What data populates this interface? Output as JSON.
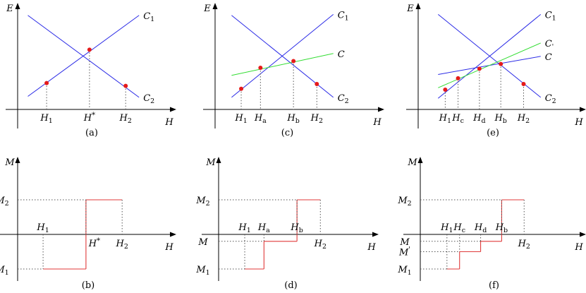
{
  "colors": {
    "axis": "#000000",
    "line_blue": "#2a2ae6",
    "line_green": "#33dd33",
    "step_red": "#e03a3a",
    "point_red": "#e51a1a",
    "dotted": "#555555"
  },
  "panels": [
    {
      "id": "a",
      "caption": "(a)",
      "kind": "energy",
      "y_axis": "E",
      "x_axis": "H",
      "lines": [
        {
          "label": "C",
          "sub": "1",
          "color": "blue",
          "from": [
            0.05,
            0.1
          ],
          "to": [
            0.88,
            0.95
          ]
        },
        {
          "label": "C",
          "sub": "2",
          "color": "blue",
          "from": [
            0.05,
            0.95
          ],
          "to": [
            0.88,
            0.09
          ]
        }
      ],
      "points": [
        [
          0.19,
          0.24
        ],
        [
          0.51,
          0.59
        ],
        [
          0.78,
          0.21
        ]
      ],
      "ticks": [
        {
          "label": "H",
          "sub": "1",
          "sup": "",
          "x": 0.19,
          "y": 0.24
        },
        {
          "label": "H",
          "sub": "",
          "sup": "*",
          "x": 0.51,
          "y": 0.59
        },
        {
          "label": "H",
          "sub": "2",
          "sup": "",
          "x": 0.78,
          "y": 0.21
        }
      ]
    },
    {
      "id": "c",
      "caption": "(c)",
      "kind": "energy",
      "y_axis": "E",
      "x_axis": "H",
      "lines": [
        {
          "label": "C",
          "sub": "1",
          "color": "blue",
          "from": [
            0.12,
            0.09
          ],
          "to": [
            0.86,
            0.96
          ]
        },
        {
          "label": "C",
          "sub": "2",
          "color": "blue",
          "from": [
            0.12,
            0.95
          ],
          "to": [
            0.86,
            0.09
          ]
        },
        {
          "label": "C",
          "sub": "",
          "color": "green",
          "from": [
            0.12,
            0.32
          ],
          "to": [
            0.86,
            0.55
          ]
        }
      ],
      "points": [
        [
          0.19,
          0.18
        ],
        [
          0.33,
          0.4
        ],
        [
          0.57,
          0.47
        ],
        [
          0.74,
          0.23
        ]
      ],
      "ticks": [
        {
          "label": "H",
          "sub": "1",
          "sup": "",
          "x": 0.19,
          "y": 0.18
        },
        {
          "label": "H",
          "sub": "a",
          "sup": "",
          "x": 0.33,
          "y": 0.4
        },
        {
          "label": "H",
          "sub": "b",
          "sup": "",
          "x": 0.57,
          "y": 0.47
        },
        {
          "label": "H",
          "sub": "2",
          "sup": "",
          "x": 0.74,
          "y": 0.23
        }
      ]
    },
    {
      "id": "e",
      "caption": "(e)",
      "kind": "energy",
      "y_axis": "E",
      "x_axis": "H",
      "lines": [
        {
          "label": "C",
          "sub": "1",
          "color": "blue",
          "from": [
            0.14,
            0.08
          ],
          "to": [
            0.86,
            0.96
          ]
        },
        {
          "label": "C",
          "sub": "2",
          "color": "blue",
          "from": [
            0.14,
            0.96
          ],
          "to": [
            0.86,
            0.09
          ]
        },
        {
          "label": "C",
          "sub": "",
          "color": "blue",
          "from": [
            0.14,
            0.33
          ],
          "to": [
            0.86,
            0.52
          ]
        },
        {
          "label": "C",
          "sub": "'",
          "color": "green",
          "from": [
            0.14,
            0.19
          ],
          "to": [
            0.86,
            0.66
          ]
        }
      ],
      "points": [
        [
          0.19,
          0.17
        ],
        [
          0.28,
          0.29
        ],
        [
          0.43,
          0.39
        ],
        [
          0.58,
          0.44
        ],
        [
          0.74,
          0.23
        ]
      ],
      "ticks": [
        {
          "label": "H",
          "sub": "1",
          "sup": "",
          "x": 0.19,
          "y": 0.17
        },
        {
          "label": "H",
          "sub": "c",
          "sup": "",
          "x": 0.28,
          "y": 0.29
        },
        {
          "label": "H",
          "sub": "d",
          "sup": "",
          "x": 0.43,
          "y": 0.39
        },
        {
          "label": "H",
          "sub": "b",
          "sup": "",
          "x": 0.58,
          "y": 0.44
        },
        {
          "label": "H",
          "sub": "2",
          "sup": "",
          "x": 0.74,
          "y": 0.23
        }
      ]
    },
    {
      "id": "b",
      "caption": "(b)",
      "kind": "magnet",
      "y_axis": "M",
      "x_axis": "H",
      "levels": [
        {
          "label": "M",
          "sub": "2",
          "sup": "",
          "value": 1.0
        },
        {
          "label": "M",
          "sub": "1",
          "sup": "",
          "value": -1.0
        }
      ],
      "steps": [
        [
          0.19,
          -1.0
        ],
        [
          0.51,
          1.0
        ],
        [
          0.78,
          1.0
        ]
      ],
      "ticks": [
        {
          "label": "H",
          "sub": "1",
          "sup": "",
          "x": 0.19,
          "above": true
        },
        {
          "label": "H",
          "sub": "",
          "sup": "*",
          "x": 0.51,
          "above": false
        },
        {
          "label": "H",
          "sub": "2",
          "sup": "",
          "x": 0.78,
          "above": false
        }
      ]
    },
    {
      "id": "d",
      "caption": "(d)",
      "kind": "magnet",
      "y_axis": "M",
      "x_axis": "H",
      "levels": [
        {
          "label": "M",
          "sub": "2",
          "sup": "",
          "value": 1.0
        },
        {
          "label": "M",
          "sub": "",
          "sup": "",
          "value": -0.2
        },
        {
          "label": "M",
          "sub": "1",
          "sup": "",
          "value": -1.0
        }
      ],
      "steps": [
        [
          0.19,
          -1.0
        ],
        [
          0.33,
          -0.2
        ],
        [
          0.57,
          1.0
        ],
        [
          0.74,
          1.0
        ]
      ],
      "ticks": [
        {
          "label": "H",
          "sub": "1",
          "sup": "",
          "x": 0.19,
          "above": true
        },
        {
          "label": "H",
          "sub": "a",
          "sup": "",
          "x": 0.33,
          "above": true
        },
        {
          "label": "H",
          "sub": "b",
          "sup": "",
          "x": 0.57,
          "above": true
        },
        {
          "label": "H",
          "sub": "2",
          "sup": "",
          "x": 0.74,
          "above": false
        }
      ]
    },
    {
      "id": "f",
      "caption": "(f)",
      "kind": "magnet",
      "y_axis": "M",
      "x_axis": "H",
      "levels": [
        {
          "label": "M",
          "sub": "2",
          "sup": "",
          "value": 1.0
        },
        {
          "label": "M",
          "sub": "",
          "sup": "",
          "value": -0.2
        },
        {
          "label": "M",
          "sub": "",
          "sup": "'",
          "value": -0.5
        },
        {
          "label": "M",
          "sub": "1",
          "sup": "",
          "value": -1.0
        }
      ],
      "steps": [
        [
          0.19,
          -1.0
        ],
        [
          0.28,
          -0.5
        ],
        [
          0.43,
          -0.2
        ],
        [
          0.58,
          1.0
        ],
        [
          0.74,
          1.0
        ]
      ],
      "ticks": [
        {
          "label": "H",
          "sub": "1",
          "sup": "",
          "x": 0.19,
          "above": true
        },
        {
          "label": "H",
          "sub": "c",
          "sup": "",
          "x": 0.28,
          "above": true
        },
        {
          "label": "H",
          "sub": "d",
          "sup": "",
          "x": 0.43,
          "above": true
        },
        {
          "label": "H",
          "sub": "b",
          "sup": "",
          "x": 0.58,
          "above": true
        },
        {
          "label": "H",
          "sub": "2",
          "sup": "",
          "x": 0.74,
          "above": false
        }
      ]
    }
  ]
}
